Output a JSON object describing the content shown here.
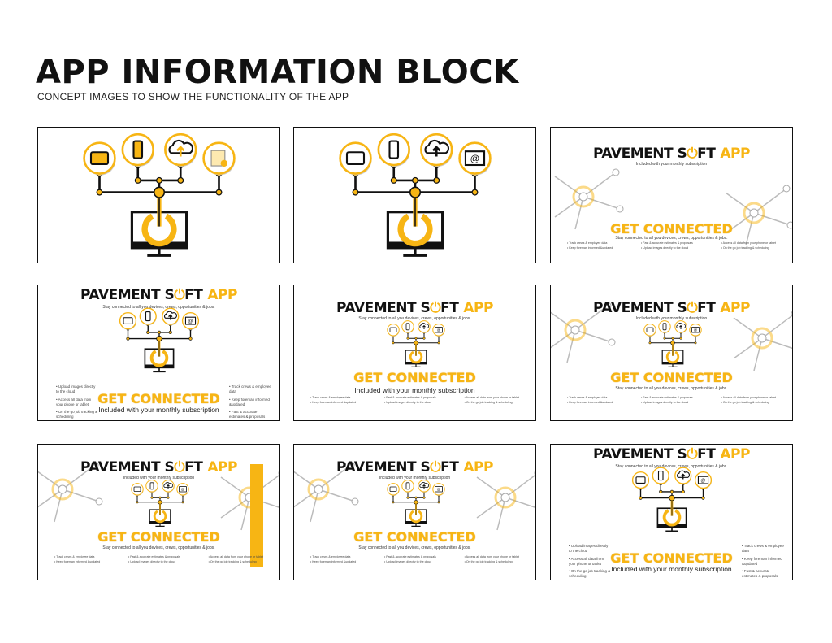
{
  "header": {
    "title": "APP INFORMATION BLOCK",
    "subtitle": "CONCEPT IMAGES TO SHOW THE FUNCTIONALITY OF THE APP"
  },
  "brand": {
    "part1": "PAVEMENT S",
    "part2": "FT",
    "part3": "APP",
    "tagline": "Stay connected to all you devices, crews, opportunities & jobs.",
    "included": "Included with your monthly subscription",
    "cta": "GET CONNECTED"
  },
  "bullets": {
    "col1": [
      "• Track crews & employee data",
      "• Keep foreman informed &updated"
    ],
    "col2": [
      "• Fast & accurate estimates & proposals",
      "• Upload images directly to the cloud"
    ],
    "col3": [
      "• Access all data from your phone or tablet",
      "• On the go job tracking & scheduling"
    ],
    "left": [
      "• Upload images directly to the cloud",
      "• Access all data from your phone or tablet",
      "• On the go job tracking & scheduling"
    ],
    "right": [
      "• Track crews & employee data",
      "• Keep foreman informed &updated",
      "• Fast & accurate estimates & proposals"
    ]
  },
  "colors": {
    "accent": "#f7b514",
    "ink": "#111111"
  },
  "panels": [
    {
      "variant": "network-filled"
    },
    {
      "variant": "network-outline"
    },
    {
      "variant": "bg-only"
    },
    {
      "variant": "side-bullets"
    },
    {
      "variant": "columns"
    },
    {
      "variant": "columns-bg"
    },
    {
      "variant": "columns-bar"
    },
    {
      "variant": "columns-bg2"
    },
    {
      "variant": "side-bullets"
    }
  ]
}
